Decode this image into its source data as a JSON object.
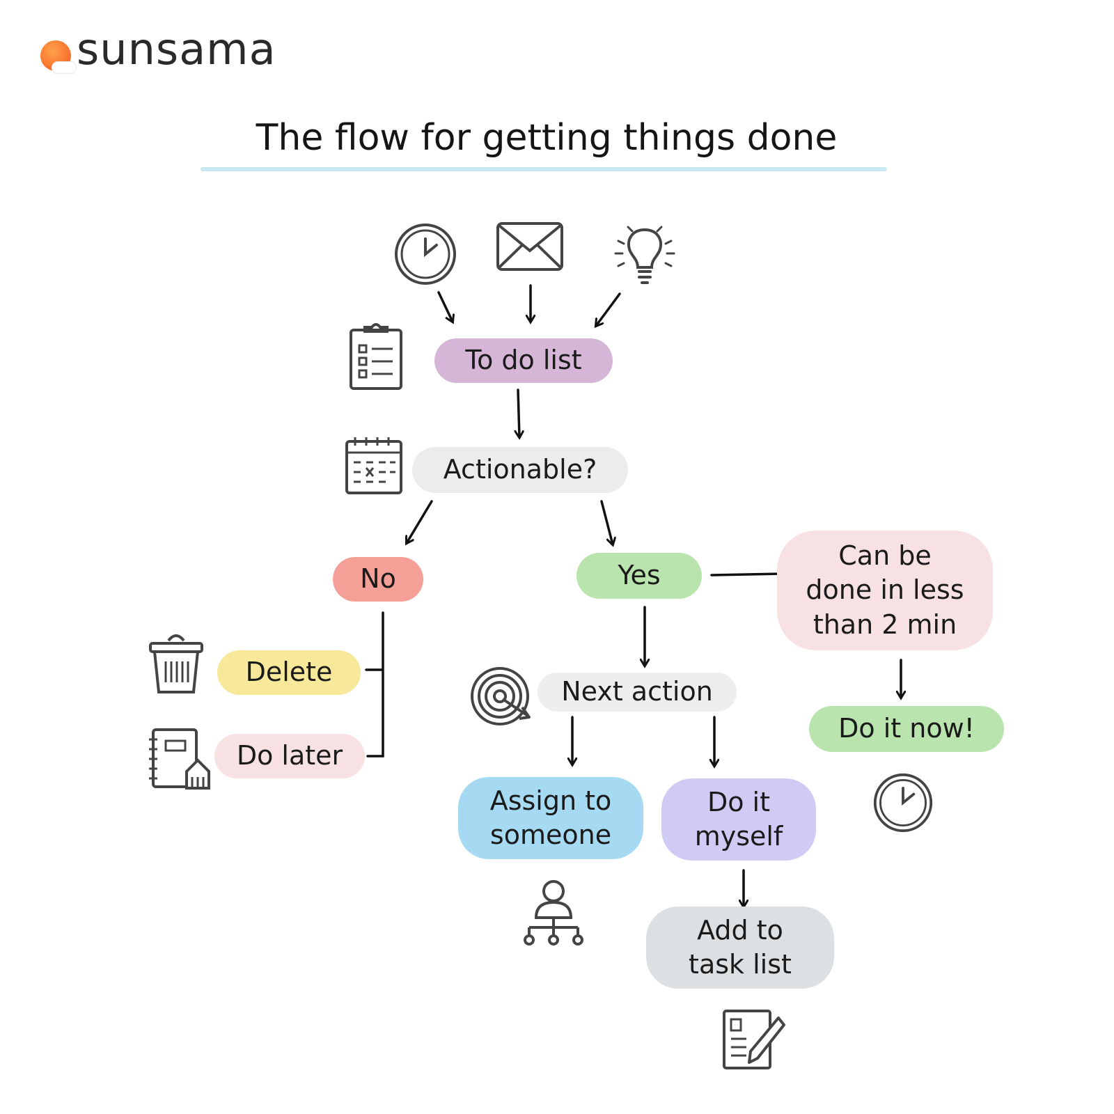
{
  "brand": {
    "name": "sunsama"
  },
  "title": "The flow for getting things done",
  "nodes": {
    "todo": "To do list",
    "actionable": "Actionable?",
    "no": "No",
    "yes": "Yes",
    "delete": "Delete",
    "do_later": "Do later",
    "next_action": "Next action",
    "assign": [
      "Assign to",
      "someone"
    ],
    "do_myself": [
      "Do it",
      "myself"
    ],
    "add_task": [
      "Add to",
      "task list"
    ],
    "two_min": [
      "Can be",
      "done in less",
      "than 2 min"
    ],
    "do_now": "Do it now!"
  },
  "colors": {
    "todo": "#d6b6d6",
    "actionable": "#ececec",
    "no": "#f5a096",
    "yes": "#b9e4ad",
    "delete": "#f8e99a",
    "do_later": "#f8e1e3",
    "next_action": "#eeeeee",
    "assign": "#a6d9f2",
    "do_myself": "#cfcbf4",
    "add_task": "#dde0e3",
    "two_min": "#f8e1e3",
    "do_now": "#b9e4ad",
    "title_underline": "#c8e9f2",
    "logo_sun": "#f5591f"
  },
  "icons": [
    "clock-icon",
    "envelope-icon",
    "lightbulb-icon",
    "clipboard-icon",
    "calendar-icon",
    "trash-icon",
    "notebook-icon",
    "target-icon",
    "clock-icon",
    "org-chart-icon",
    "task-edit-icon"
  ]
}
